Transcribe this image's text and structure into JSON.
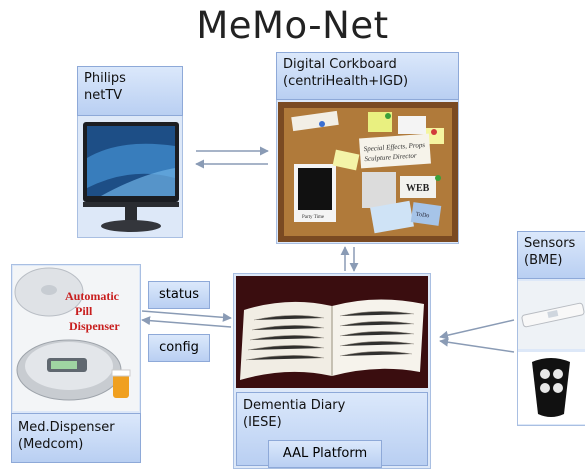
{
  "title": "MeMo-Net",
  "nodes": {
    "tv": {
      "label_line1": "Philips",
      "label_line2": "netTV"
    },
    "corkboard": {
      "label_line1": "Digital Corkboard",
      "label_line2": "(centriHealth+IGD)"
    },
    "sensors": {
      "label_line1": "Sensors",
      "label_line2": "(BME)"
    },
    "dispenser": {
      "label_line1": "Med.Dispenser",
      "label_line2": "(Medcom)",
      "image_text": [
        "Automatic",
        "Pill",
        "Dispenser"
      ]
    },
    "diary": {
      "label_line1": "Dementia Diary",
      "label_line2": "(IESE)",
      "platform": "AAL Platform"
    }
  },
  "edges": {
    "status": "status",
    "config": "config"
  },
  "corkboard_notes": [
    "Special Effects, Props",
    "Sculpture Director",
    "WEB",
    "ToDo",
    "Party Time"
  ],
  "colors": {
    "label_bg": "#c6d8f5",
    "panel_bg": "#dde8f8",
    "cork": "#b07a3a",
    "dispenser_text": "#c81e1e"
  }
}
